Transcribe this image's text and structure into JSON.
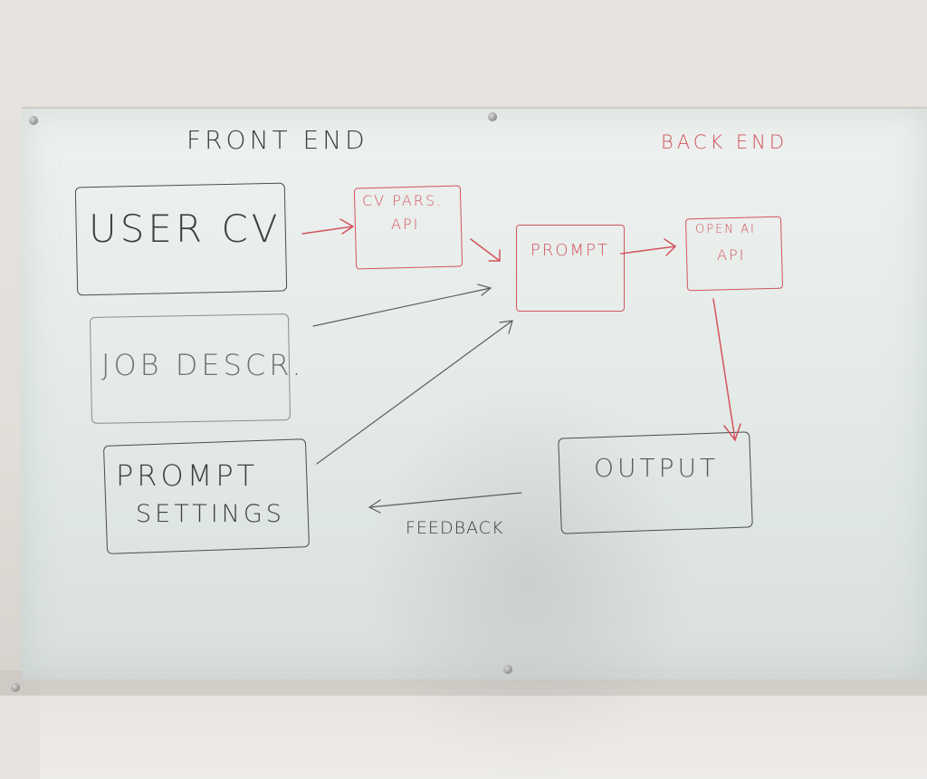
{
  "whiteboard": {
    "headings": {
      "front_end": "FRONT END",
      "back_end": "BACK END"
    },
    "front_end_boxes": {
      "user_cv": "USER CV",
      "job_descr": "JOB DESCR.",
      "prompt_settings_line1": "PROMPT",
      "prompt_settings_line2": "SETTINGS"
    },
    "back_end_boxes": {
      "cv_parse_line1": "CV PARS.",
      "cv_parse_line2": "API",
      "prompt": "PROMPT",
      "openai_line1": "OPEN AI",
      "openai_line2": "API"
    },
    "output_box": "OUTPUT",
    "feedback_label": "FEEDBACK",
    "colors": {
      "marker_black": "#3c3f3e",
      "marker_red": "#d2545c"
    }
  }
}
